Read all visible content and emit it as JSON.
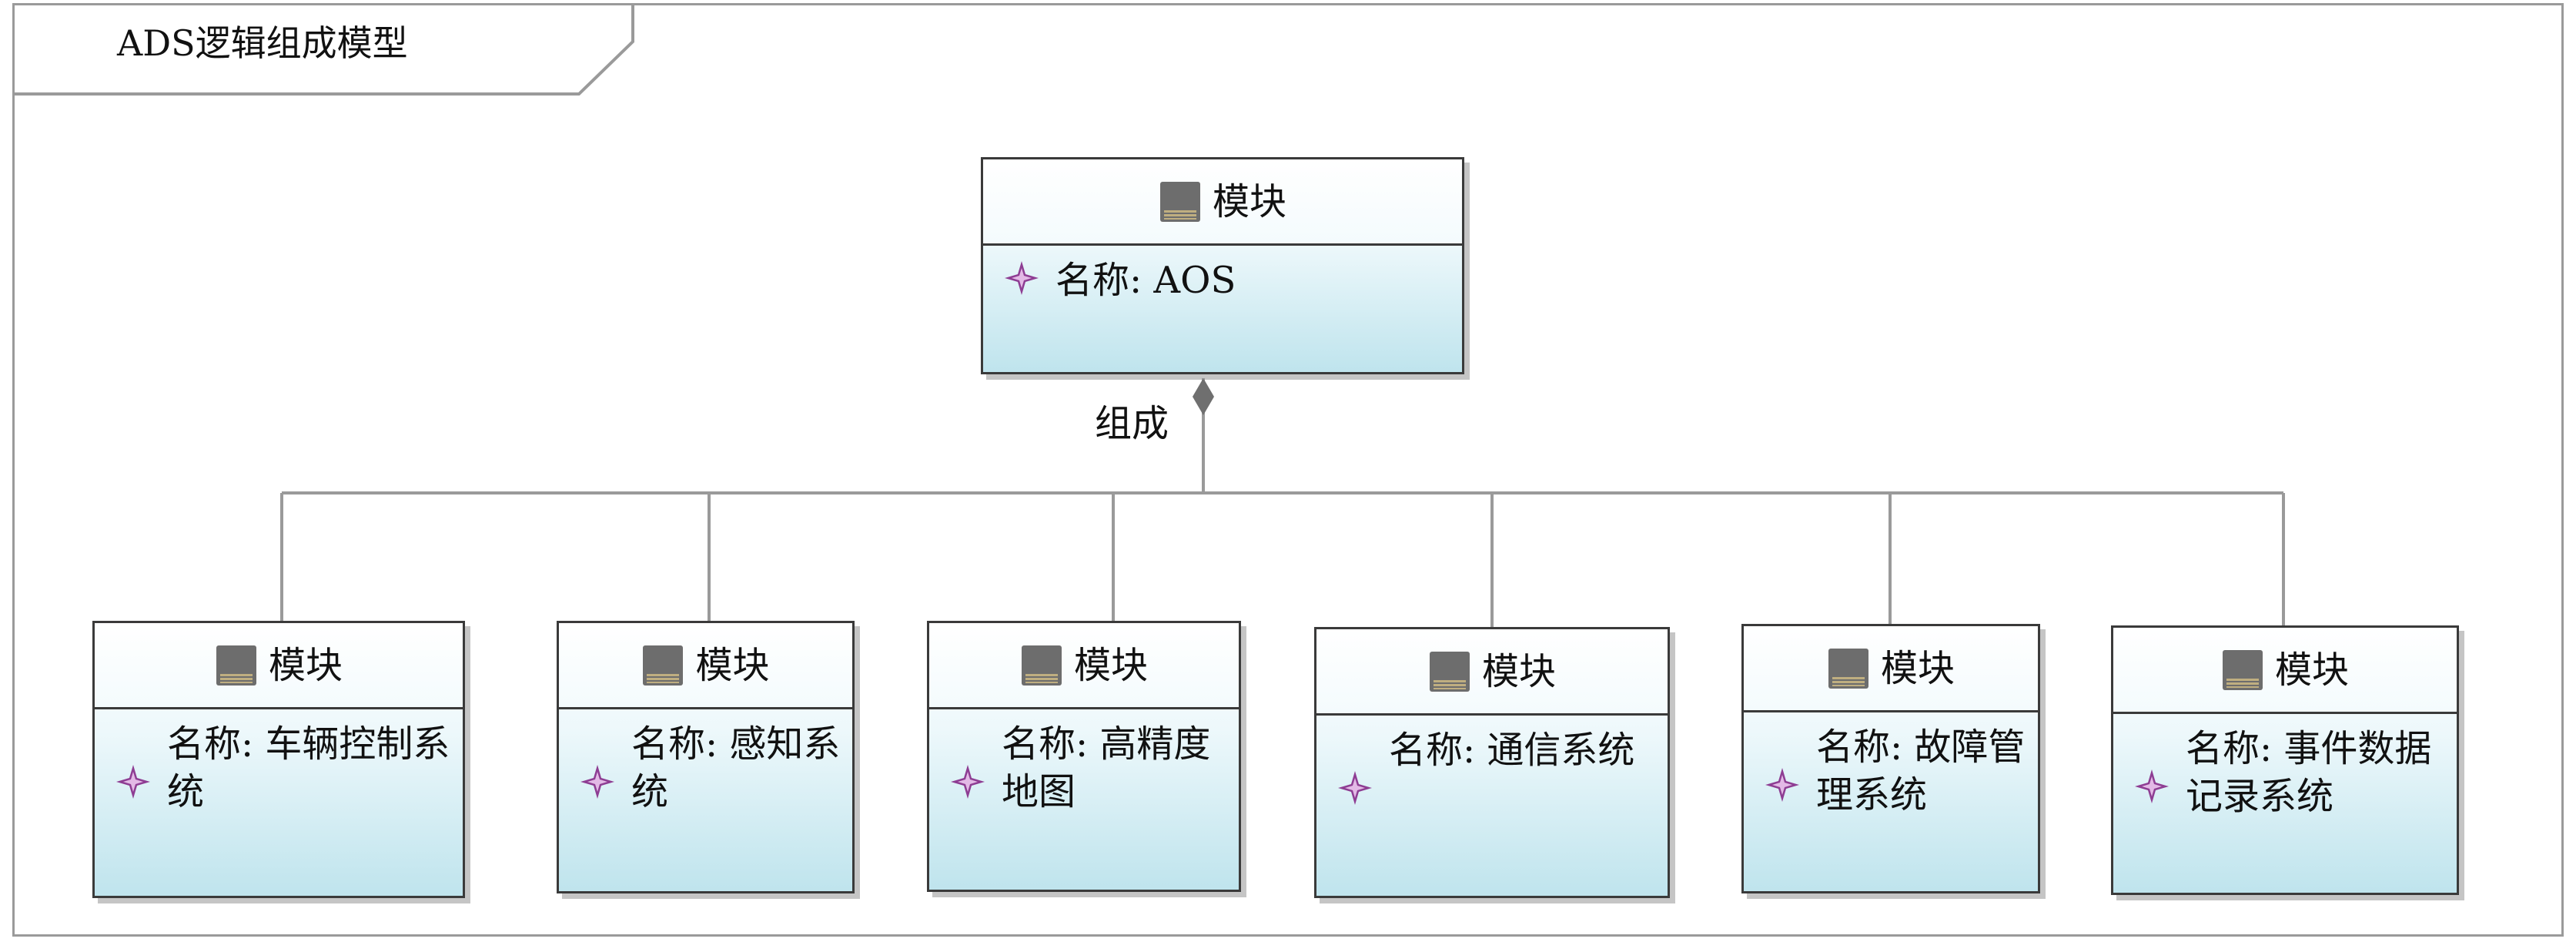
{
  "frame": {
    "title": "ADS逻辑组成模型"
  },
  "root_block": {
    "stereotype": "模块",
    "attribute": "名称: AOS"
  },
  "relation": {
    "label": "组成"
  },
  "children": [
    {
      "stereotype": "模块",
      "attribute": "名称: 车辆控制系统"
    },
    {
      "stereotype": "模块",
      "attribute": "名称: 感知系统"
    },
    {
      "stereotype": "模块",
      "attribute": "名称: 高精度地图"
    },
    {
      "stereotype": "模块",
      "attribute": "名称: 通信系统"
    },
    {
      "stereotype": "模块",
      "attribute": "名称: 故障管理系统"
    },
    {
      "stereotype": "模块",
      "attribute": "名称: 事件数据记录系统"
    }
  ],
  "icons": {
    "block": "block-icon",
    "attribute": "property-icon"
  },
  "colors": {
    "block_fill_top": "#ffffff",
    "block_fill_bottom": "#bfe4ed",
    "property_icon": "#8e3d93",
    "border": "#3a3a3a",
    "connector": "#9a9a9a"
  }
}
